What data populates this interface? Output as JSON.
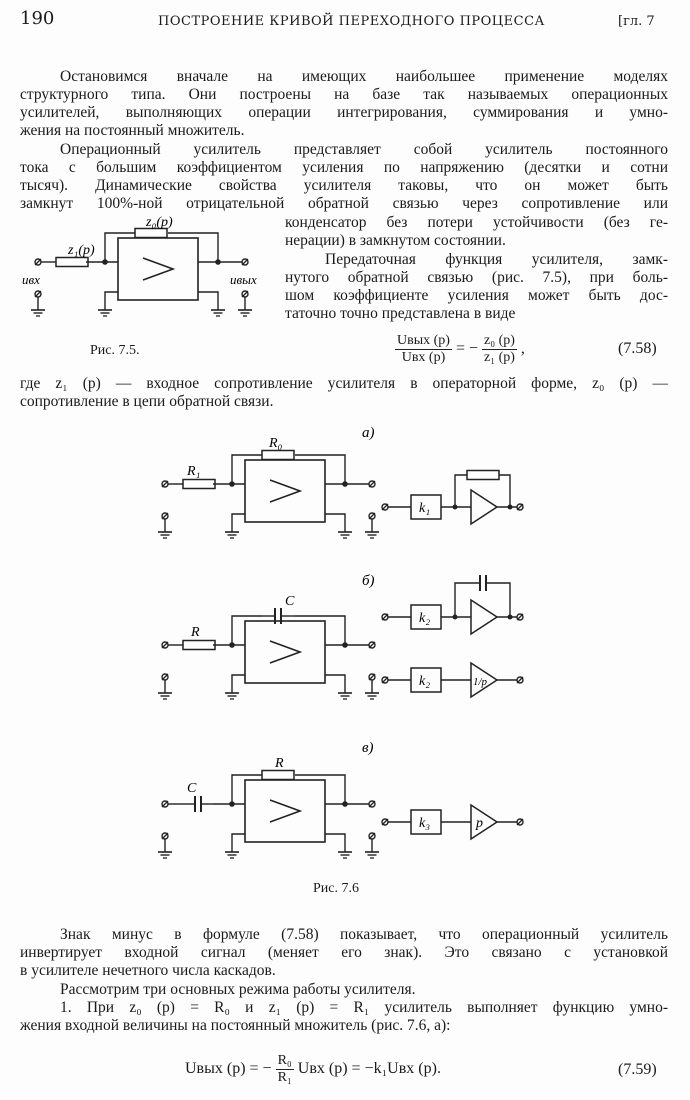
{
  "header": {
    "page_number": "190",
    "running_title": "ПОСТРОЕНИЕ КРИВОЙ ПЕРЕХОДНОГО ПРОЦЕССА",
    "chapter": "[гл. 7"
  },
  "para1": [
    "Остановимся вначале на имеющих наибольшее применение моделях",
    "структурного типа. Они построены на базе так называемых операционных",
    "усилителей, выполняющих операции интегрирования, суммирования и умно-",
    "жения на постоянный множитель."
  ],
  "para2": [
    "Операционный усилитель представляет собой усилитель постоянного",
    "тока с большим коэффициентом усиления по напряжению (десятки и сотни",
    "тысяч). Динамические свойства усилителя таковы, что он может быть",
    "замкнут 100%-ной отрицательной обратной связью через сопротивление или"
  ],
  "para2_wrap": [
    "конденсатор без потери устойчивости (без ге-",
    "нерации) в замкнутом состоянии."
  ],
  "para3": [
    "Передаточная функция усилителя, замк-",
    "нутого обратной связью (рис. 7.5), при боль-",
    "шом коэффициенте усиления может быть дос-",
    "таточно точно представлена в виде"
  ],
  "fig75": {
    "z0": "z₀(p)",
    "z1": "z₁(p)",
    "u_in": "uвх",
    "u_out": "uвых",
    "caption": "Рис. 7.5."
  },
  "eq758": {
    "num_left": "Uвых (p)",
    "den_left": "Uвх (p)",
    "sign": "= −",
    "num_right": "z₀ (p)",
    "den_right": "z₁ (p)",
    "comma": ",",
    "number": "(7.58)"
  },
  "para4": [
    "где z₁ (p) — входное сопротивление усилителя в операторной форме, z₀ (p) —",
    "сопротивление в цепи обратной связи."
  ],
  "fig76": {
    "a": {
      "label": "а)",
      "r0": "R₀",
      "r1": "R₁",
      "k": "k₁"
    },
    "b": {
      "label": "б)",
      "c": "C",
      "r": "R",
      "k_top": "k₂",
      "k_bottom": "k₂",
      "op": "1/p"
    },
    "c": {
      "label": "в)",
      "c": "C",
      "r": "R",
      "k": "k₃",
      "op": "p"
    },
    "caption": "Рис. 7.6"
  },
  "para5": [
    "Знак минус в формуле (7.58) показывает, что операционный усилитель",
    "инвертирует входной сигнал (меняет его знак). Это связано с установкой",
    "в усилителе нечетного числа каскадов."
  ],
  "para6": [
    "Рассмотрим три основных режима работы усилителя."
  ],
  "para7": [
    "1. При z₀ (p) = R₀ и z₁ (p) = R₁ усилитель выполняет функцию умно-",
    "жения входной величины на постоянный множитель (рис. 7.6, а):"
  ],
  "eq759": {
    "text_left": "Uвых (p) = −",
    "num": "R₀",
    "den": "R₁",
    "text_right": "Uвх (p) = −k₁Uвх (p).",
    "number": "(7.59)"
  }
}
